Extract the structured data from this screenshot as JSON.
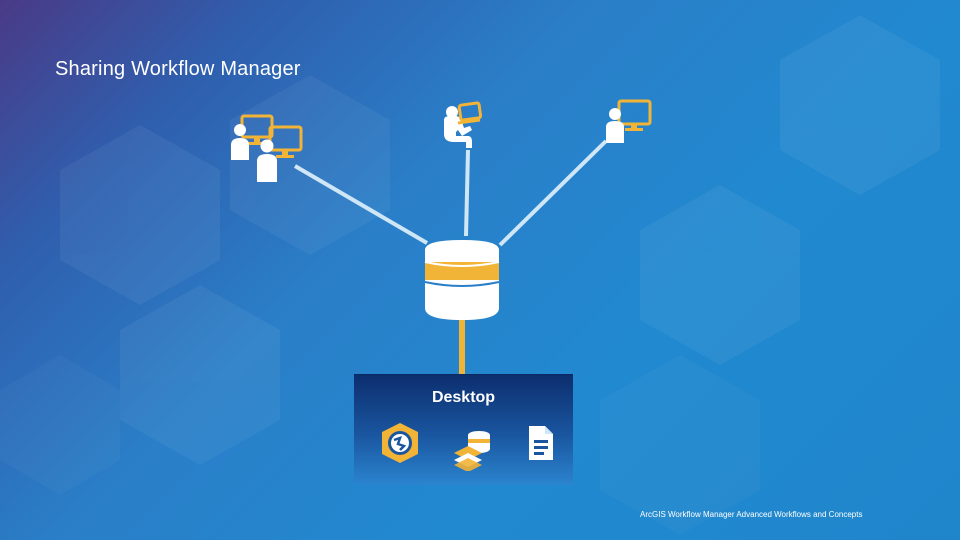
{
  "slide": {
    "title": "Sharing Workflow Manager",
    "footer": "ArcGIS Workflow Manager Advanced Workflows and Concepts"
  },
  "desktop": {
    "label": "Desktop",
    "icons": [
      "workflow-manager-icon",
      "data-layers-icon",
      "document-icon"
    ]
  },
  "clients": [
    "two-users-workstations-icon",
    "seated-user-laptop-icon",
    "user-monitor-icon"
  ],
  "central_node": "database-icon",
  "colors": {
    "accent_yellow": "#f2b436",
    "connector_light": "#cfe6f7",
    "panel_dark": "#0c2e6e"
  }
}
